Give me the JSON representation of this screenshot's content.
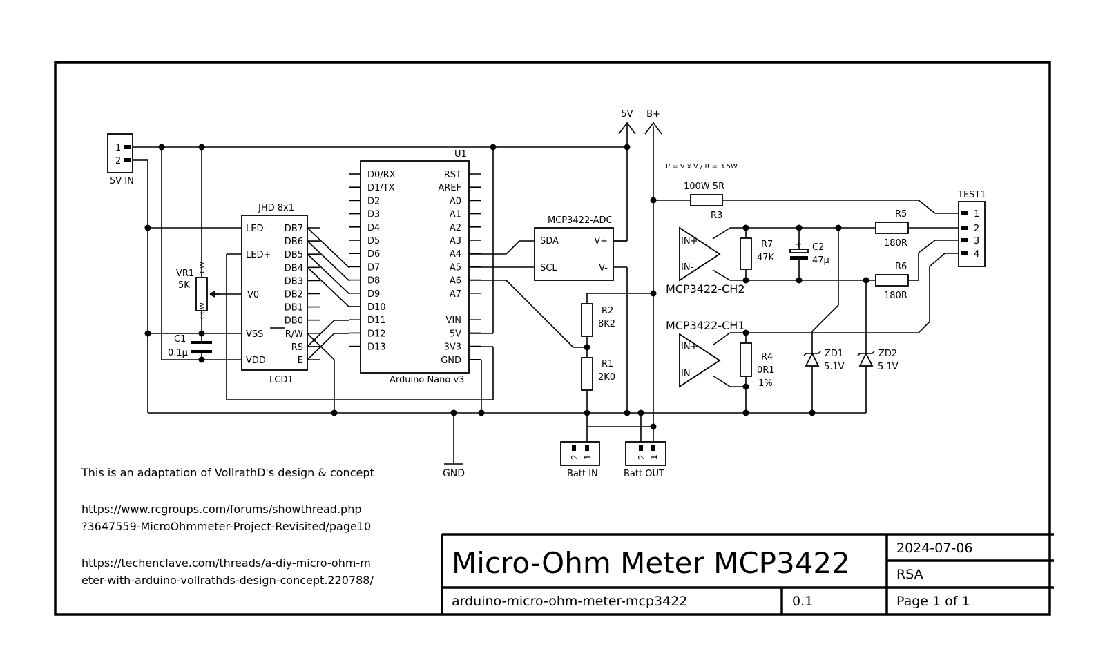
{
  "title_block": {
    "title": "Micro-Ohm Meter  MCP3422",
    "date": "2024-07-06",
    "company": "RSA",
    "filename": "arduino-micro-ohm-meter-mcp3422",
    "revision": "0.1",
    "page": "Page 1 of 1"
  },
  "notes": {
    "attribution": "This is an adaptation of VollrathD's design & concept",
    "link1_line1": "https://www.rcgroups.com/forums/showthread.php",
    "link1_line2": "?3647559-MicroOhmmeter-Project-Revisited/page10",
    "link2_line1": "https://techenclave.com/threads/a-diy-micro-ohm-m",
    "link2_line2": "eter-with-arduino-vollrathds-design-concept.220788/"
  },
  "power": {
    "v5": "5V",
    "bplus": "B+",
    "gnd": "GND",
    "formula": "P = V x V / R  = 3.5W"
  },
  "j_5vin": {
    "ref": "5V IN",
    "pins": [
      "1",
      "2"
    ]
  },
  "u1": {
    "ref": "U1",
    "name": "Arduino Nano v3",
    "left_pins": [
      "D0/RX",
      "D1/TX",
      "D2",
      "D3",
      "D4",
      "D5",
      "D6",
      "D7",
      "D8",
      "D9",
      "D10",
      "D11",
      "D12",
      "D13"
    ],
    "right_pins": [
      "RST",
      "AREF",
      "A0",
      "A1",
      "A2",
      "A3",
      "A4",
      "A5",
      "A6",
      "A7",
      "",
      "VIN",
      "5V",
      "3V3",
      "GND"
    ]
  },
  "lcd": {
    "ref": "LCD1",
    "name": "JHD 8x1",
    "left_pins": [
      "LED-",
      "LED+",
      "V0",
      "VSS",
      "VDD"
    ],
    "right_pins": [
      "DB7",
      "DB6",
      "DB5",
      "DB4",
      "DB3",
      "DB2",
      "DB1",
      "DB0",
      "R/W",
      "RS",
      "E"
    ]
  },
  "vr1": {
    "ref": "VR1",
    "value": "5K",
    "cw": "CW",
    "ccw": "CCW"
  },
  "c1": {
    "ref": "C1",
    "value": "0.1µ"
  },
  "adc": {
    "name": "MCP3422-ADC",
    "pins": [
      "SDA",
      "SCL",
      "V+",
      "V-"
    ]
  },
  "r1": {
    "ref": "R1",
    "value": "2K0"
  },
  "r2": {
    "ref": "R2",
    "value": "8K2"
  },
  "r3": {
    "ref": "R3",
    "value": "100W 5R"
  },
  "r4": {
    "ref": "R4",
    "value": "0R1",
    "tol": "1%"
  },
  "r5": {
    "ref": "R5",
    "value": "180R"
  },
  "r6": {
    "ref": "R6",
    "value": "180R"
  },
  "r7": {
    "ref": "R7",
    "value": "47K"
  },
  "c2": {
    "ref": "C2",
    "value": "47µ"
  },
  "zd1": {
    "ref": "ZD1",
    "value": "5.1V"
  },
  "zd2": {
    "ref": "ZD2",
    "value": "5.1V"
  },
  "ch2": {
    "name": "MCP3422-CH2",
    "inp": "IN+",
    "inn": "IN-"
  },
  "ch1": {
    "name": "MCP3422-CH1",
    "inp": "IN+",
    "inn": "IN-"
  },
  "test1": {
    "ref": "TEST1",
    "pins": [
      "1",
      "2",
      "3",
      "4"
    ]
  },
  "batt_in": {
    "ref": "Batt IN",
    "pins": [
      "2",
      "1"
    ]
  },
  "batt_out": {
    "ref": "Batt OUT",
    "pins": [
      "2",
      "1"
    ]
  }
}
